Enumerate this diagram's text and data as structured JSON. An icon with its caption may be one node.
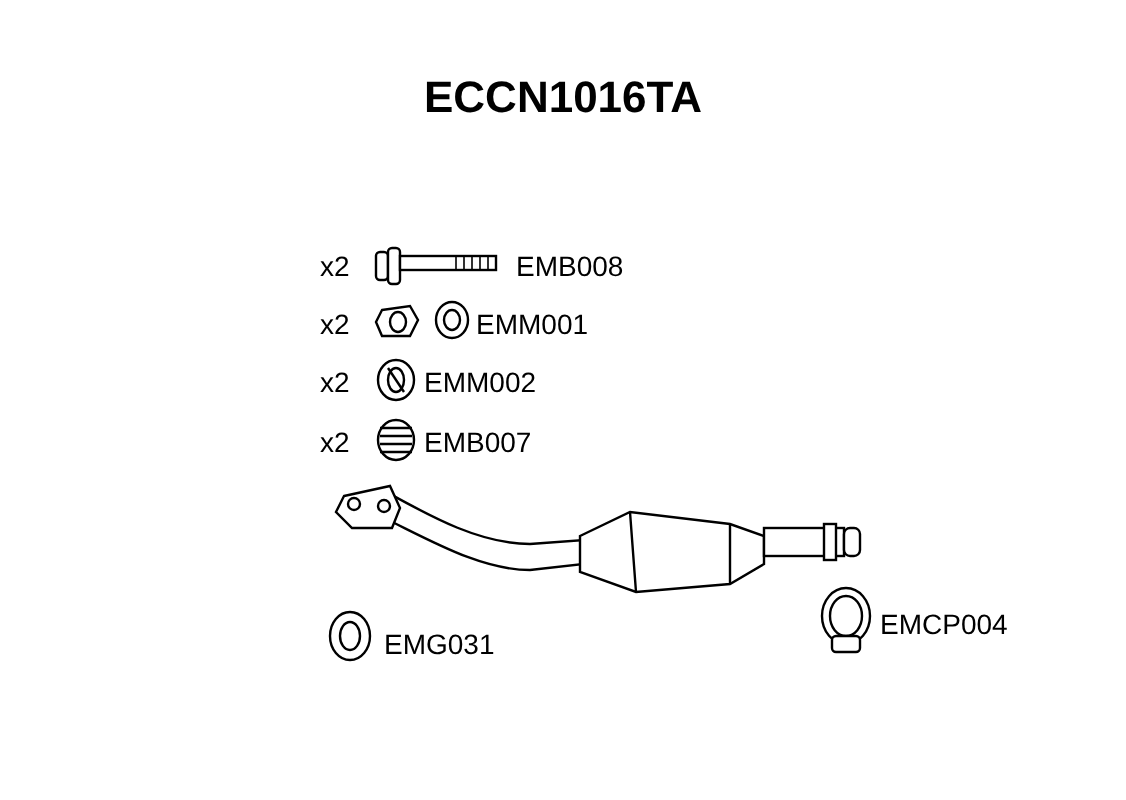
{
  "diagram": {
    "title": "ECCN1016TA",
    "labels": [
      "x2",
      "EMB008",
      "x2",
      "EMM001",
      "x2",
      "EMM002",
      "x2",
      "EMB007",
      "EMG031",
      "EMCP004"
    ]
  }
}
